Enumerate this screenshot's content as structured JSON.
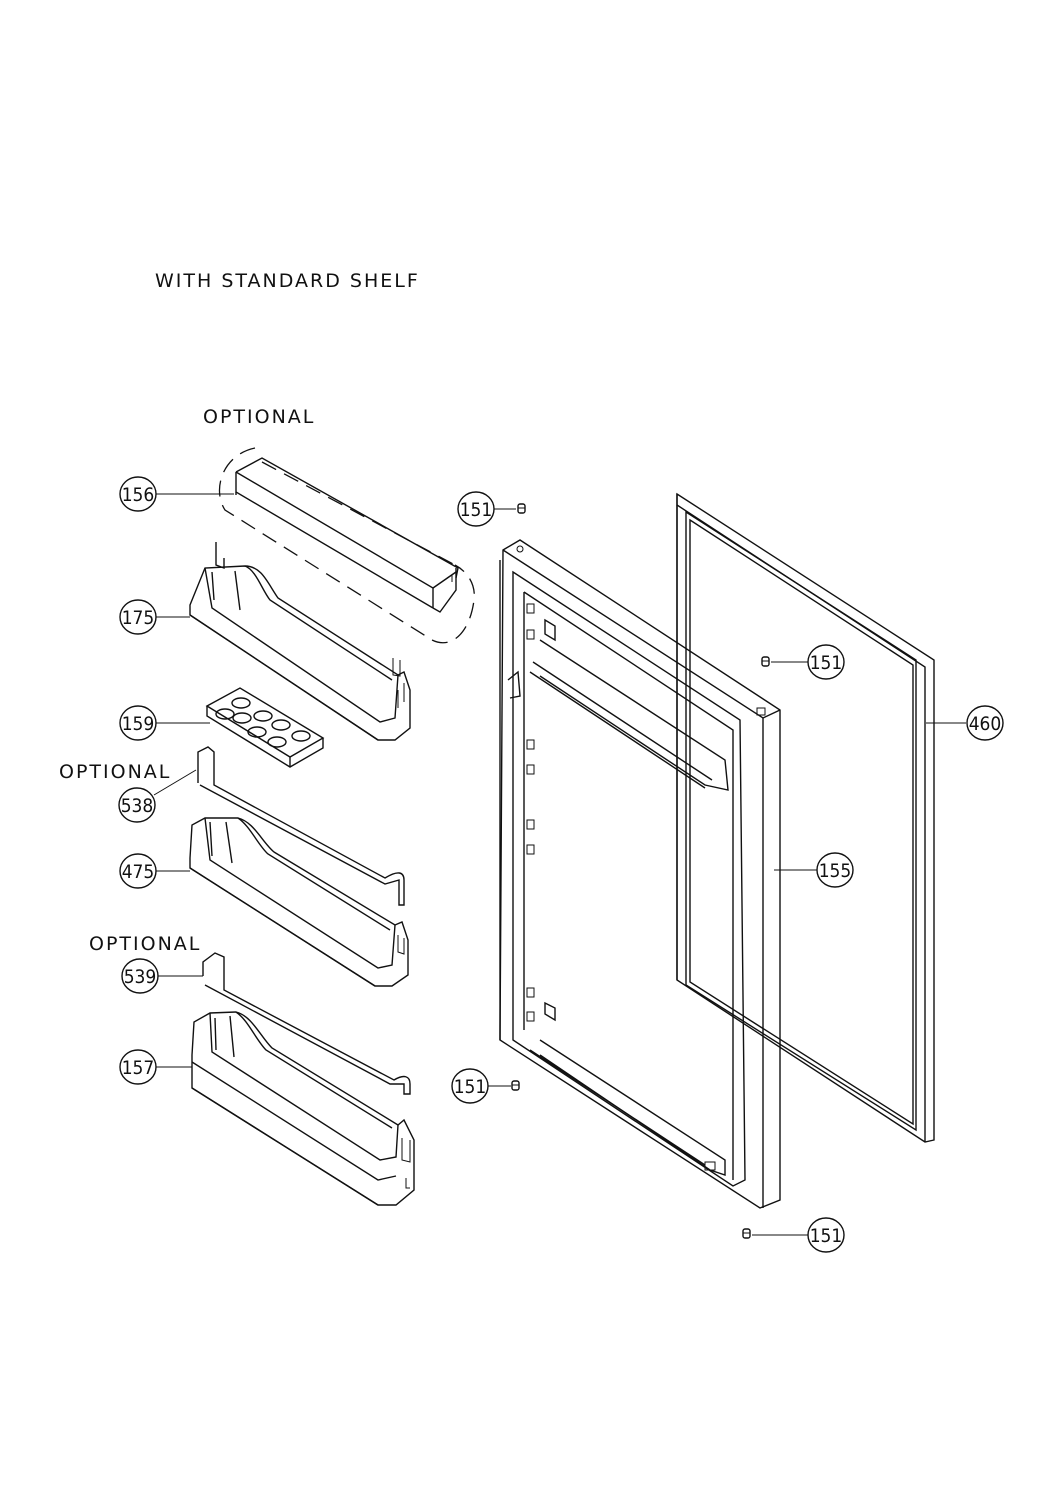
{
  "title": "WITH STANDARD SHELF",
  "optional_labels": [
    "OPTIONAL",
    "OPTIONAL",
    "OPTIONAL"
  ],
  "parts": {
    "p156": "156",
    "p175": "175",
    "p159": "159",
    "p538": "538",
    "p475": "475",
    "p539": "539",
    "p157": "157",
    "p151a": "151",
    "p151b": "151",
    "p151c": "151",
    "p151d": "151",
    "p155": "155",
    "p460": "460"
  }
}
